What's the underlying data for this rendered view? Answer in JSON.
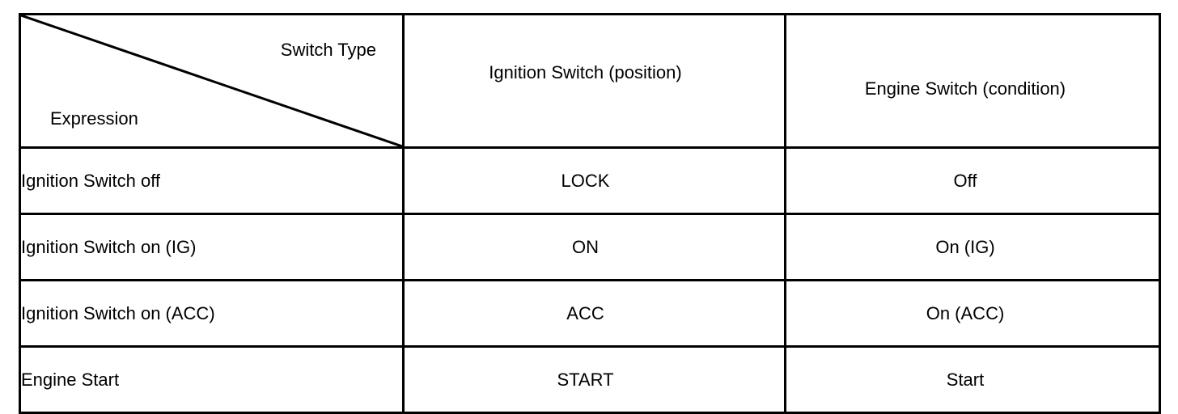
{
  "table": {
    "header": {
      "corner": {
        "top_right_label": "Switch Type",
        "bottom_left_label": "Expression",
        "diagonal": "diagonal-divider"
      },
      "columns": [
        "Ignition Switch (position)",
        "Engine Switch (condition)"
      ]
    },
    "rows": [
      {
        "expression": "Ignition Switch off",
        "ignition_switch_position": "LOCK",
        "engine_switch_condition": "Off"
      },
      {
        "expression": "Ignition Switch on (IG)",
        "ignition_switch_position": "ON",
        "engine_switch_condition": "On (IG)"
      },
      {
        "expression": "Ignition Switch on (ACC)",
        "ignition_switch_position": "ACC",
        "engine_switch_condition": "On (ACC)"
      },
      {
        "expression": "Engine Start",
        "ignition_switch_position": "START",
        "engine_switch_condition": "Start"
      }
    ]
  },
  "colors": {
    "background": "#ffffff",
    "border": "#000000",
    "text": "#000000"
  }
}
